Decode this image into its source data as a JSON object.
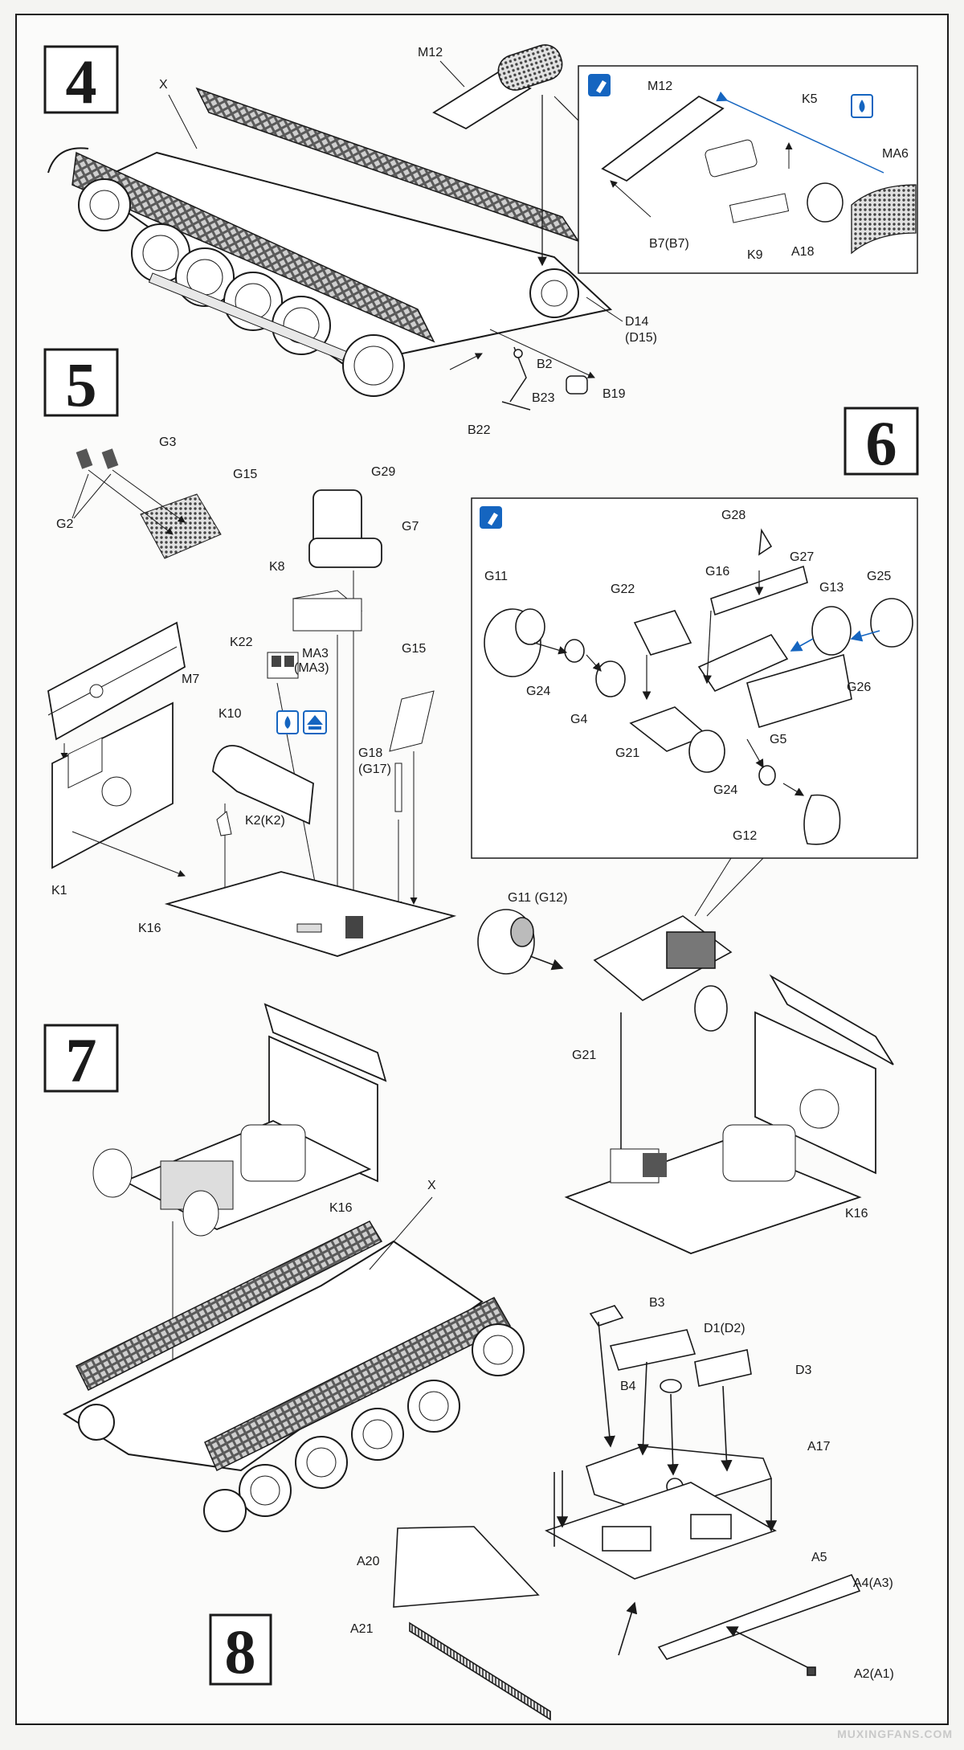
{
  "steps": {
    "s4": "4",
    "s5": "5",
    "s6": "6",
    "s7": "7",
    "s8": "8"
  },
  "parts": {
    "x_top": "X",
    "m12_top": "M12",
    "d14": "D14",
    "d15": "(D15)",
    "b2": "B2",
    "b23": "B23",
    "b22": "B22",
    "b19": "B19",
    "m12_inset": "M12",
    "k5": "K5",
    "ma6": "MA6",
    "b7": "B7(B7)",
    "k9": "K9",
    "a18": "A18",
    "g3": "G3",
    "g15_a": "G15",
    "g2": "G2",
    "g29": "G29",
    "g7": "G7",
    "k8": "K8",
    "k22": "K22",
    "ma3": "MA3",
    "ma3b": "(MA3)",
    "m7": "M7",
    "k10": "K10",
    "g15_b": "G15",
    "g18": "G18",
    "g17": "(G17)",
    "k2": "K2(K2)",
    "k1": "K1",
    "k16_a": "K16",
    "g28": "G28",
    "g11": "G11",
    "g16": "G16",
    "g27": "G27",
    "g22": "G22",
    "g13": "G13",
    "g25": "G25",
    "g24_a": "G24",
    "g26": "G26",
    "g4": "G4",
    "g5": "G5",
    "g21_a": "G21",
    "g24_b": "G24",
    "g12": "G12",
    "g11g12": "G11 (G12)",
    "g21_b": "G21",
    "k16_b": "K16",
    "k16_c": "K16",
    "x_bottom": "X",
    "b3": "B3",
    "d1": "D1(D2)",
    "d3": "D3",
    "b4": "B4",
    "a17": "A17",
    "a20": "A20",
    "a5": "A5",
    "a4": "A4(A3)",
    "a21": "A21",
    "a2": "A2(A1)"
  },
  "watermark": "MUXINGFANS.COM",
  "icons": [
    "paint-icon",
    "glue-icon",
    "flip-icon"
  ],
  "colors": {
    "ink": "#1a1a1a",
    "icon_blue": "#1565c0",
    "paper": "#f4f4f2"
  }
}
